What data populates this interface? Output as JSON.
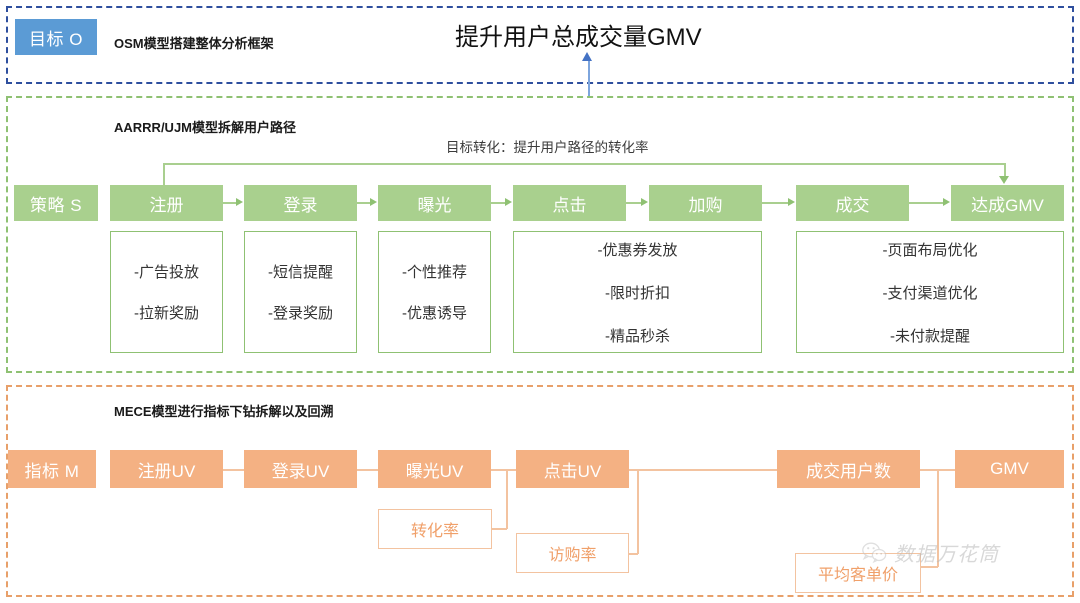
{
  "sections": {
    "objective": {
      "chip": "目标 O",
      "caption": "OSM模型搭建整体分析框架",
      "headline": "提升用户总成交量GMV",
      "border_color": "#2e4f9e",
      "chip_color": "#5b9bd5"
    },
    "strategy": {
      "chip": "策略 S",
      "caption": "AARRR/UJM模型拆解用户路径",
      "goal_note": "目标转化：提升用户路径的转化率",
      "border_color": "#8fc173",
      "chip_color": "#a9d08e",
      "stages": [
        {
          "label": "注册"
        },
        {
          "label": "登录"
        },
        {
          "label": "曝光"
        },
        {
          "label": "点击"
        },
        {
          "label": "加购"
        },
        {
          "label": "成交"
        },
        {
          "label": "达成GMV"
        }
      ],
      "cards": [
        {
          "items": [
            "-广告投放",
            "-拉新奖励"
          ]
        },
        {
          "items": [
            "-短信提醒",
            "-登录奖励"
          ]
        },
        {
          "items": [
            "-个性推荐",
            "-优惠诱导"
          ]
        },
        {
          "items": [
            "-优惠券发放",
            "-限时折扣",
            "-精品秒杀"
          ]
        },
        {
          "items": [
            "-页面布局优化",
            "-支付渠道优化",
            "-未付款提醒"
          ]
        }
      ]
    },
    "measure": {
      "chip": "指标 M",
      "caption": "MECE模型进行指标下钻拆解以及回溯",
      "border_color": "#e8a06a",
      "chip_color": "#f4b183",
      "metrics": [
        {
          "label": "注册UV"
        },
        {
          "label": "登录UV"
        },
        {
          "label": "曝光UV"
        },
        {
          "label": "点击UV"
        },
        {
          "label": "成交用户数"
        },
        {
          "label": "GMV"
        }
      ],
      "submetrics": [
        {
          "label": "转化率"
        },
        {
          "label": "访购率"
        },
        {
          "label": "平均客单价"
        }
      ]
    }
  },
  "watermark": {
    "icon": "wechat-icon",
    "text": "数据万花筒"
  }
}
